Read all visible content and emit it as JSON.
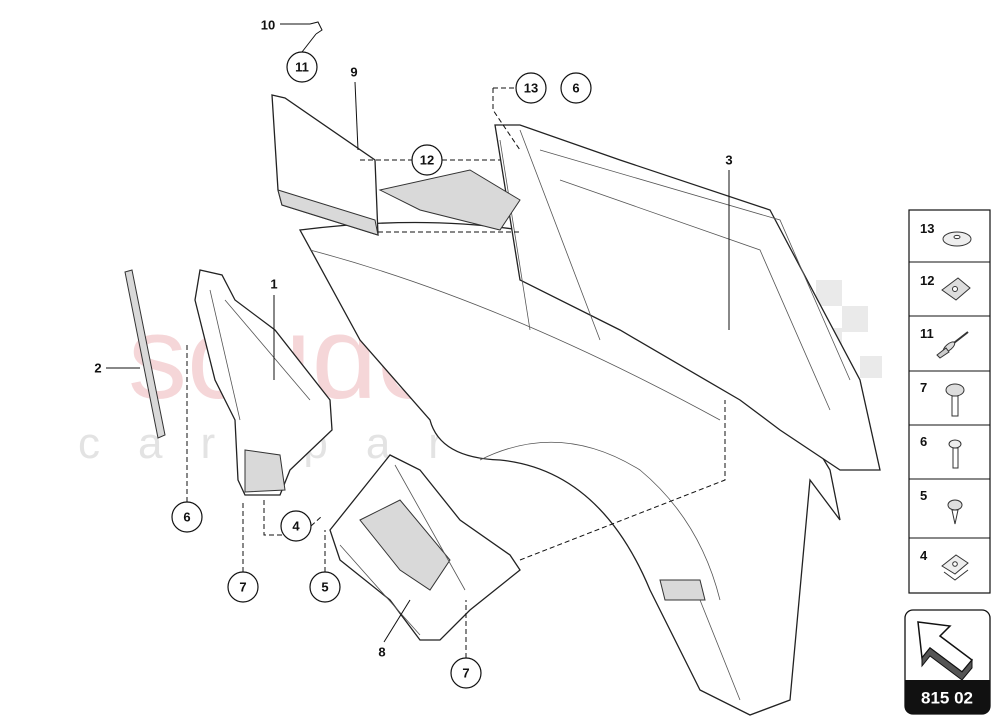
{
  "watermark": {
    "brand": "scuderia",
    "sub": "car parts"
  },
  "callouts_circled": [
    {
      "id": "11"
    },
    {
      "id": "13"
    },
    {
      "id": "6"
    },
    {
      "id": "12"
    },
    {
      "id": "6"
    },
    {
      "id": "4"
    },
    {
      "id": "7"
    },
    {
      "id": "5"
    },
    {
      "id": "7"
    }
  ],
  "labels_plain": [
    {
      "id": "10"
    },
    {
      "id": "9"
    },
    {
      "id": "3"
    },
    {
      "id": "1"
    },
    {
      "id": "2"
    },
    {
      "id": "8"
    }
  ],
  "legend": {
    "items": [
      {
        "number": "13",
        "icon": "washer-icon"
      },
      {
        "number": "12",
        "icon": "clip-nut-icon"
      },
      {
        "number": "11",
        "icon": "rivet-icon"
      },
      {
        "number": "7",
        "icon": "screw-large-icon"
      },
      {
        "number": "6",
        "icon": "screw-small-icon"
      },
      {
        "number": "5",
        "icon": "screw-tapping-icon"
      },
      {
        "number": "4",
        "icon": "clip-nut-icon"
      }
    ]
  },
  "diagram_code": {
    "code": "815 02",
    "icon": "view-arrow-icon"
  }
}
